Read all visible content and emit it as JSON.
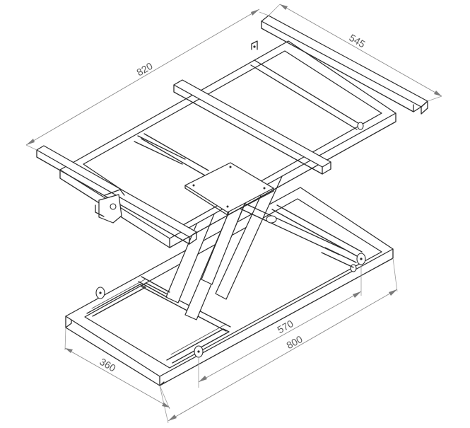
{
  "dimensions": {
    "top_length": "820",
    "top_width": "545",
    "base_inner_length": "570",
    "base_length": "800",
    "base_width": "360"
  }
}
